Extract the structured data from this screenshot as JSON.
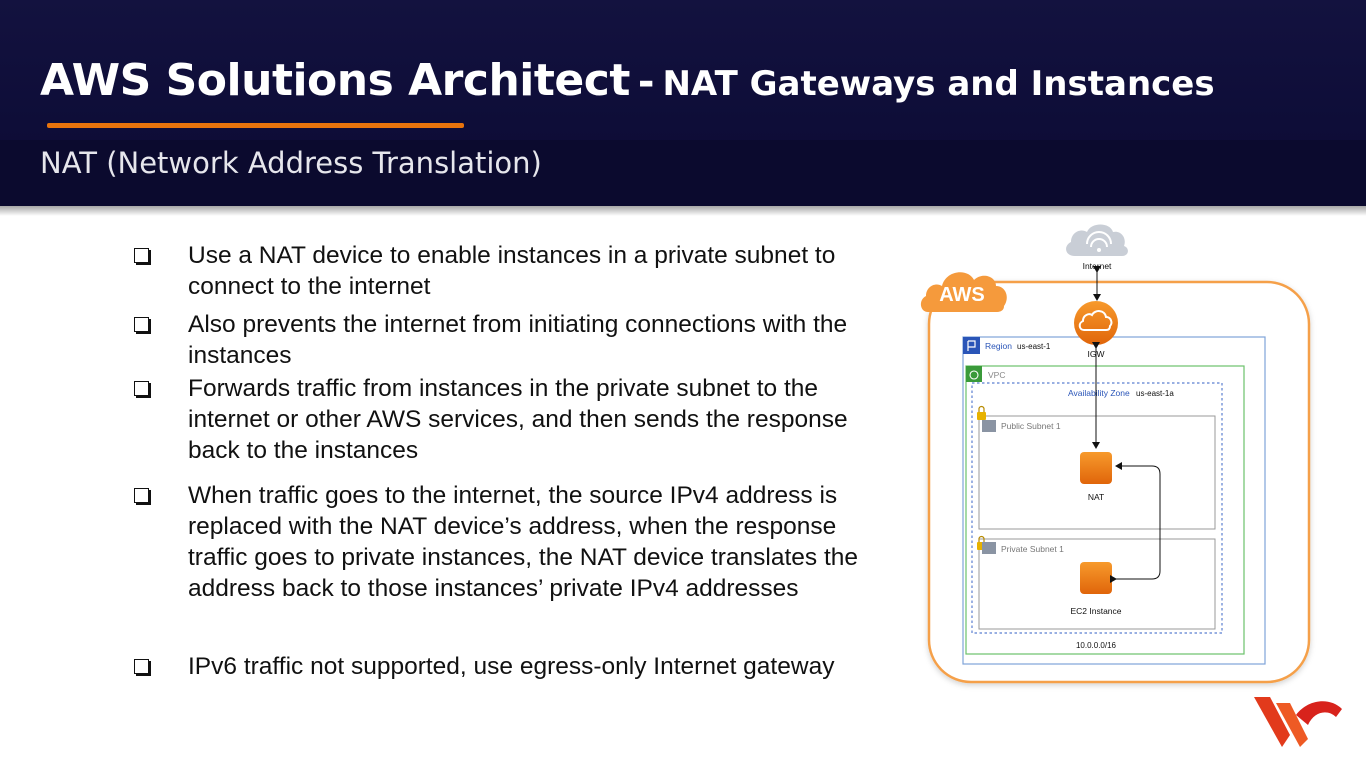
{
  "header": {
    "title_main": "AWS Solutions Architect",
    "title_dash": "-",
    "title_sub": "NAT Gateways and Instances",
    "subtitle": "NAT (Network Address Translation)"
  },
  "bullets": [
    "Use a NAT device to enable instances in a private subnet to connect to the internet",
    "Also prevents the internet from initiating connections with the instances",
    "Forwards traffic from instances in the private subnet to the internet or other AWS services, and then sends the response back to the instances",
    "When traffic goes to the internet, the source IPv4 address is replaced with the NAT device’s address, when the response traffic goes to private instances, the NAT device translates the address back to those instances’ private IPv4 addresses",
    "IPv6 traffic not supported, use egress-only Internet gateway"
  ],
  "diagram": {
    "internet": "Internet",
    "aws": "AWS",
    "igw": "IGW",
    "region_label": "Region",
    "region_value": "us-east-1",
    "vpc": "VPC",
    "az_label": "Availability Zone",
    "az_value": "us-east-1a",
    "public_subnet": "Public Subnet 1",
    "nat": "NAT",
    "private_subnet": "Private Subnet 1",
    "ec2": "EC2 Instance",
    "cidr": "10.0.0.0/16"
  },
  "colors": {
    "header_bg": "#0e0d38",
    "accent_orange": "#e8730c",
    "aws_orange": "#f5a04a",
    "region_blue": "#7fa3d8",
    "vpc_green": "#6cc26c",
    "az_blue": "#5b7fd0"
  }
}
